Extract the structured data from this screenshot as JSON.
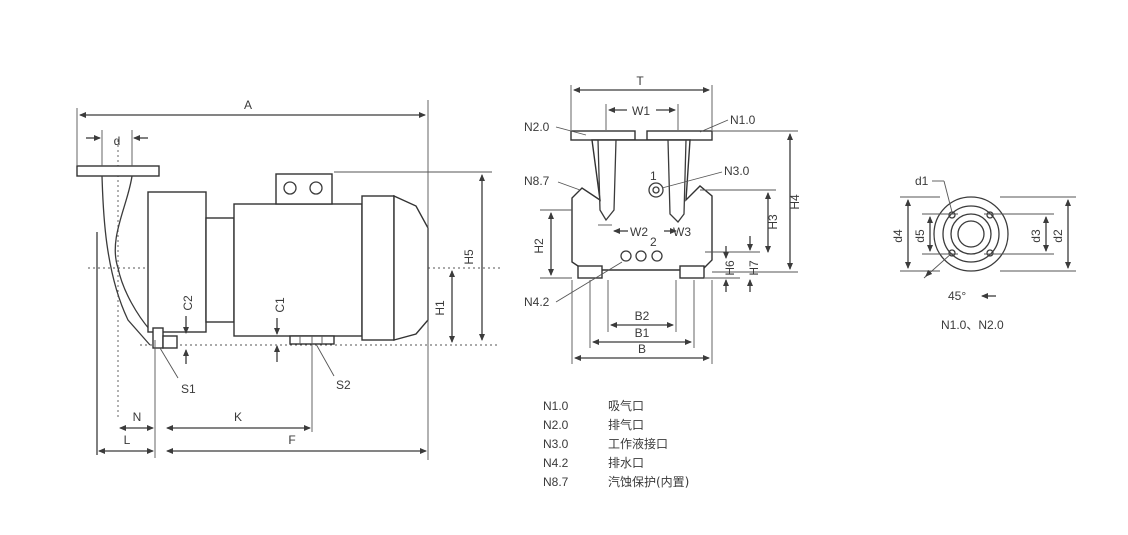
{
  "side_view": {
    "dims": {
      "A": "A",
      "d": "d",
      "H5": "H5",
      "H1": "H1",
      "C2": "C2",
      "C1": "C1",
      "S1": "S1",
      "S2": "S2",
      "N": "N",
      "K": "K",
      "L": "L",
      "F": "F"
    },
    "markers": {
      "m1": "1",
      "m2": "2"
    }
  },
  "front_view": {
    "dims": {
      "T": "T",
      "W1": "W1",
      "W2": "W2",
      "W3": "W3",
      "B2": "B2",
      "B1": "B1",
      "B": "B",
      "H2": "H2",
      "H3": "H3",
      "H4": "H4",
      "H6": "H6",
      "H7": "H7"
    },
    "ports": {
      "N2_0": "N2.0",
      "N1_0": "N1.0",
      "N8_7": "N8.7",
      "N3_0": "N3.0",
      "N4_2": "N4.2"
    }
  },
  "flange_view": {
    "dims": {
      "d1": "d1",
      "d2": "d2",
      "d3": "d3",
      "d4": "d4",
      "d5": "d5",
      "angle": "45°"
    },
    "caption": "N1.0、N2.0"
  },
  "legend": [
    {
      "code": "N1.0",
      "desc": "吸气口"
    },
    {
      "code": "N2.0",
      "desc": "排气口"
    },
    {
      "code": "N3.0",
      "desc": "工作液接口"
    },
    {
      "code": "N4.2",
      "desc": "排水口"
    },
    {
      "code": "N8.7",
      "desc": "汽蚀保护(内置)"
    }
  ]
}
